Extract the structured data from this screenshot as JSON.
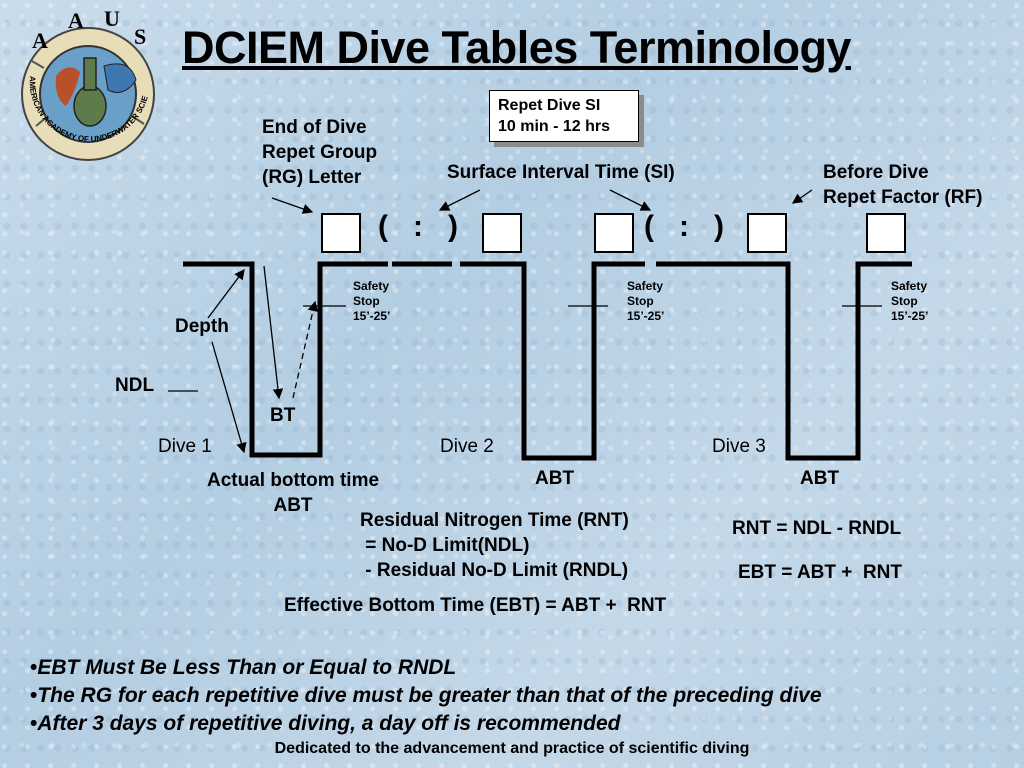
{
  "title": "DCIEM Dive Tables Terminology",
  "logo": {
    "letters": [
      "A",
      "A",
      "U",
      "S"
    ],
    "ring_text": "AMERICAN ACADEMY OF UNDERWATER SCIENCES"
  },
  "labels": {
    "end_of_dive": [
      "End of Dive",
      "Repet Group",
      "(RG) Letter"
    ],
    "si_box": [
      "Repet Dive SI",
      "10 min - 12 hrs"
    ],
    "surface_interval": "Surface Interval Time (SI)",
    "before_dive": [
      "Before Dive",
      "Repet Factor (RF)"
    ],
    "depth": "Depth",
    "ndl": "NDL",
    "bt": "BT",
    "dive1": "Dive 1",
    "dive2": "Dive 2",
    "dive3": "Dive 3",
    "actual_bottom_time": [
      "Actual bottom time",
      "ABT"
    ],
    "abt": "ABT",
    "safety_stop": [
      "Safety",
      "Stop",
      "15’-25’"
    ],
    "rnt": [
      "Residual Nitrogen Time (RNT)",
      " = No-D Limit(NDL)",
      " - Residual No-D Limit (RNDL)"
    ],
    "rnt_formula": "RNT = NDL - RNDL",
    "ebt_formula": "EBT = ABT +  RNT",
    "ebt_def": "Effective Bottom Time (EBT) = ABT +  RNT"
  },
  "bullets": [
    "EBT Must Be Less Than or Equal to RNDL",
    "The RG for each repetitive dive must be greater than that of the preceding dive",
    "After 3 days of repetitive diving, a day off is recommended"
  ],
  "footer": "Dedicated to the advancement and practice of scientific diving"
}
